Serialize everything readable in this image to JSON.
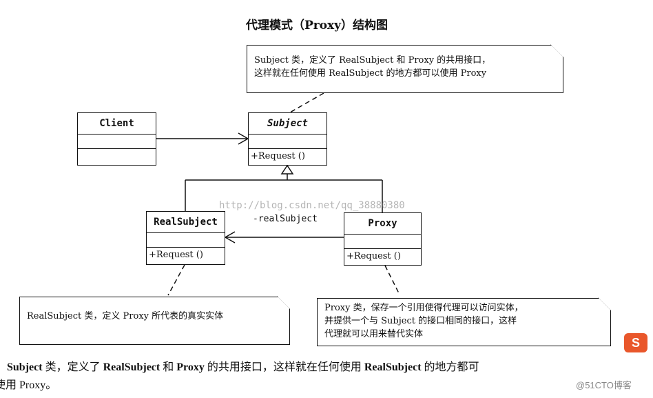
{
  "title": "代理模式（Proxy）结构图",
  "classes": {
    "client": {
      "name": "Client",
      "operation": ""
    },
    "subject": {
      "name": "Subject",
      "operation": "+Request ()"
    },
    "real_subject": {
      "name": "RealSubject",
      "operation": "+Request ()"
    },
    "proxy": {
      "name": "Proxy",
      "operation": "+Request ()"
    }
  },
  "association_label": "-realSubject",
  "notes": {
    "subject_note": {
      "line1": "Subject 类，定义了 RealSubject 和 Proxy 的共用接口，",
      "line2": "这样就在任何使用 RealSubject 的地方都可以使用 Proxy"
    },
    "real_subject_note": {
      "line1": "RealSubject 类，定义 Proxy 所代表的真实实体"
    },
    "proxy_note": {
      "line1": "Proxy 类，保存一个引用使得代理可以访问实体，",
      "line2": "并提供一个与 Subject 的接口相同的接口，这样",
      "line3": "代理就可以用来替代实体"
    }
  },
  "watermark": "http://blog.csdn.net/qq_38880380",
  "caption": {
    "part1": "Subject",
    "part2": " 类，定义了 ",
    "part3": "RealSubject",
    "part4": " 和 ",
    "part5": "Proxy",
    "part6": " 的共用接口，这样就在任何使用 ",
    "part7": "RealSubject",
    "part8": " 的地方都可",
    "line2": "使用 Proxy。"
  },
  "logo_glyph": "S",
  "site_mark": "@51CTO博客"
}
